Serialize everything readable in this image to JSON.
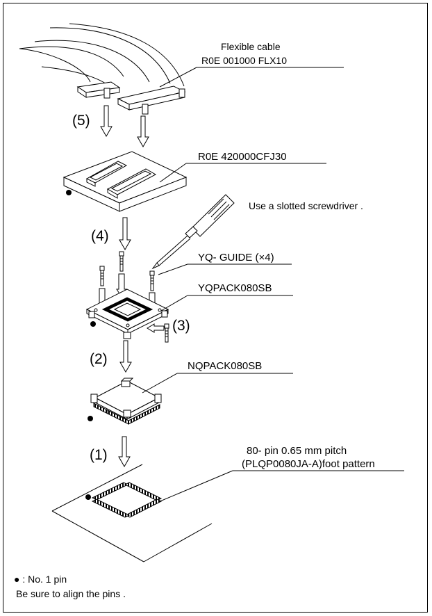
{
  "labels": {
    "flexible_cable": "Flexible cable",
    "flexible_cable_part": "R0E 001000 FLX10",
    "converter_board": "R0E 420000CFJ30",
    "screwdriver_note": "Use a slotted screwdriver .",
    "yq_guide": "YQ- GUIDE (×4)",
    "yqpack": "YQPACK080SB",
    "nqpack": "NQPACK080SB",
    "foot_pattern_line1": "80- pin 0.65 mm pitch",
    "foot_pattern_line2": "(PLQP0080JA-A)foot pattern"
  },
  "steps": {
    "s1": "(1)",
    "s2": "(2)",
    "s3": "(3)",
    "s4": "(4)",
    "s5": "(5)"
  },
  "legend": {
    "pin1_note": "● : No. 1 pin",
    "align_note": "Be sure to align the pins ."
  }
}
